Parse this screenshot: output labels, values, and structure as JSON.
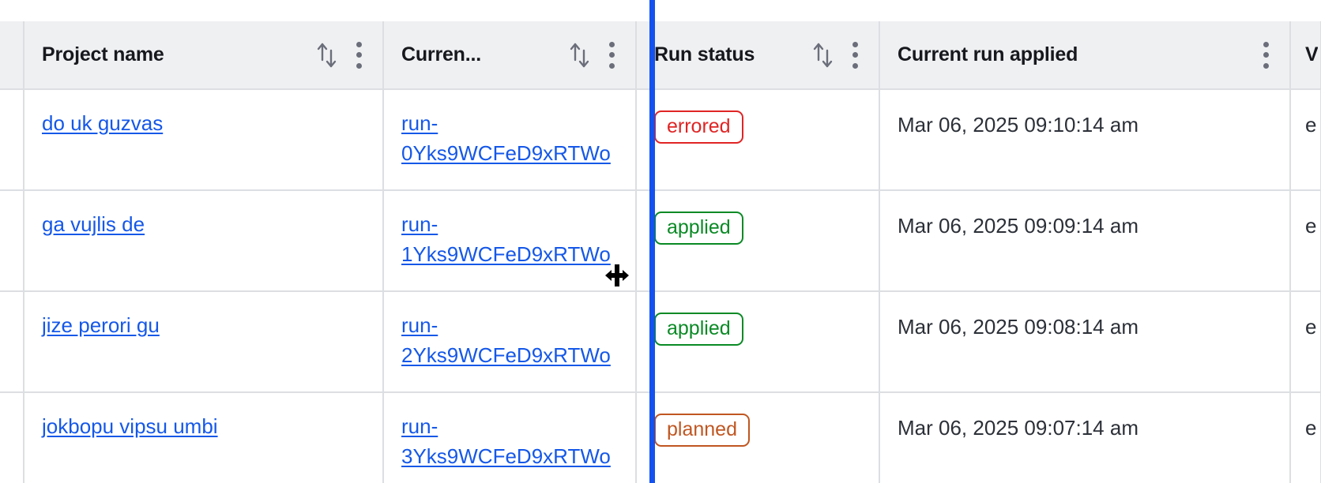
{
  "table": {
    "columns": [
      {
        "key": "gutter",
        "label": "",
        "sortable": false,
        "has_menu": false,
        "icons": []
      },
      {
        "key": "project",
        "label": "Project name",
        "sortable": true,
        "has_menu": true,
        "icons": [
          "sort-icon",
          "kebab-menu-icon"
        ]
      },
      {
        "key": "run",
        "label": "Curren...",
        "sortable": true,
        "has_menu": true,
        "icons": [
          "sort-icon",
          "kebab-menu-icon"
        ]
      },
      {
        "key": "status",
        "label": "Run status",
        "sortable": true,
        "has_menu": true,
        "icons": [
          "sort-icon",
          "kebab-menu-icon"
        ]
      },
      {
        "key": "applied",
        "label": "Current run applied",
        "sortable": false,
        "has_menu": true,
        "icons": [
          "kebab-menu-icon"
        ]
      },
      {
        "key": "next",
        "label": "V",
        "sortable": false,
        "has_menu": false,
        "icons": []
      }
    ],
    "rows": [
      {
        "project": "do uk guzvas",
        "run": "run-0Yks9WCFeD9xRTWo",
        "status": "errored",
        "status_variant": "errored",
        "applied": "Mar 06, 2025 09:10:14 am",
        "next": "e"
      },
      {
        "project": "ga vujlis de",
        "run": "run-1Yks9WCFeD9xRTWo",
        "status": "applied",
        "status_variant": "applied",
        "applied": "Mar 06, 2025 09:09:14 am",
        "next": "e"
      },
      {
        "project": "jize perori gu",
        "run": "run-2Yks9WCFeD9xRTWo",
        "status": "applied",
        "status_variant": "applied",
        "applied": "Mar 06, 2025 09:08:14 am",
        "next": "e"
      },
      {
        "project": "jokbopu vipsu umbi",
        "run": "run-3Yks9WCFeD9xRTWo",
        "status": "planned",
        "status_variant": "planned",
        "applied": "Mar 06, 2025 09:07:14 am",
        "next": "e"
      }
    ]
  },
  "interaction": {
    "mode": "column-resize-drag",
    "cursor": "col-resize",
    "resize_indicator_color": "#1452f0",
    "resizing_column": "Run status"
  },
  "colors": {
    "link": "#1558e8",
    "header_bg": "#eff0f2",
    "border": "#dcdee2",
    "text": "#2c3038",
    "status_errored": "#e02424",
    "status_applied": "#0a8a25",
    "status_planned": "#c05621",
    "resize_indicator": "#1452f0"
  }
}
